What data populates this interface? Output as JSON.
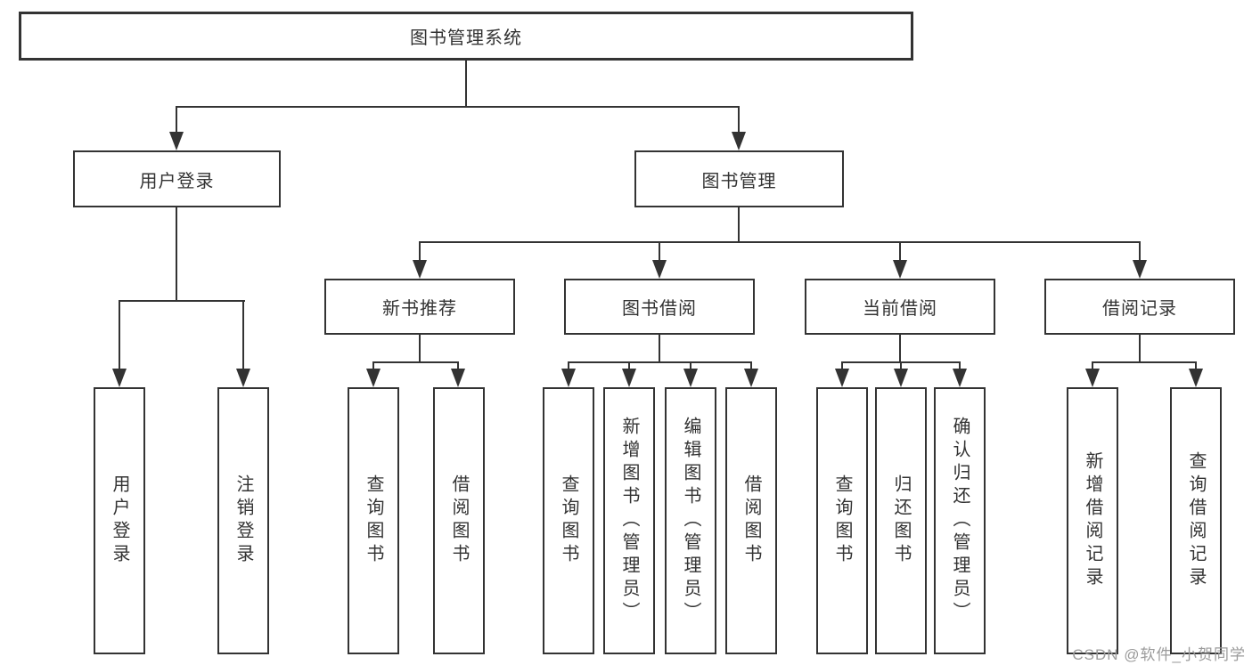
{
  "diagram": {
    "root": {
      "label": "图书管理系统"
    },
    "level2": [
      {
        "label": "用户登录"
      },
      {
        "label": "图书管理"
      }
    ],
    "level3": [
      {
        "label": "新书推荐"
      },
      {
        "label": "图书借阅"
      },
      {
        "label": "当前借阅"
      },
      {
        "label": "借阅记录"
      }
    ],
    "leaves": {
      "user_login": [
        "用户登录",
        "注销登录"
      ],
      "new_book_recommend": [
        "查询图书",
        "借阅图书"
      ],
      "book_borrow": [
        "查询图书",
        "新增图书（管理员）",
        "编辑图书（管理员）",
        "借阅图书"
      ],
      "current_borrow": [
        "查询图书",
        "归还图书",
        "确认归还（管理员）"
      ],
      "borrow_record": [
        "新增借阅记录",
        "查询借阅记录"
      ]
    }
  },
  "watermark": {
    "text": "CSDN @软件_小贺同学"
  },
  "colors": {
    "line": "#333333",
    "background": "#ffffff",
    "watermark": "#9b9b9b"
  }
}
